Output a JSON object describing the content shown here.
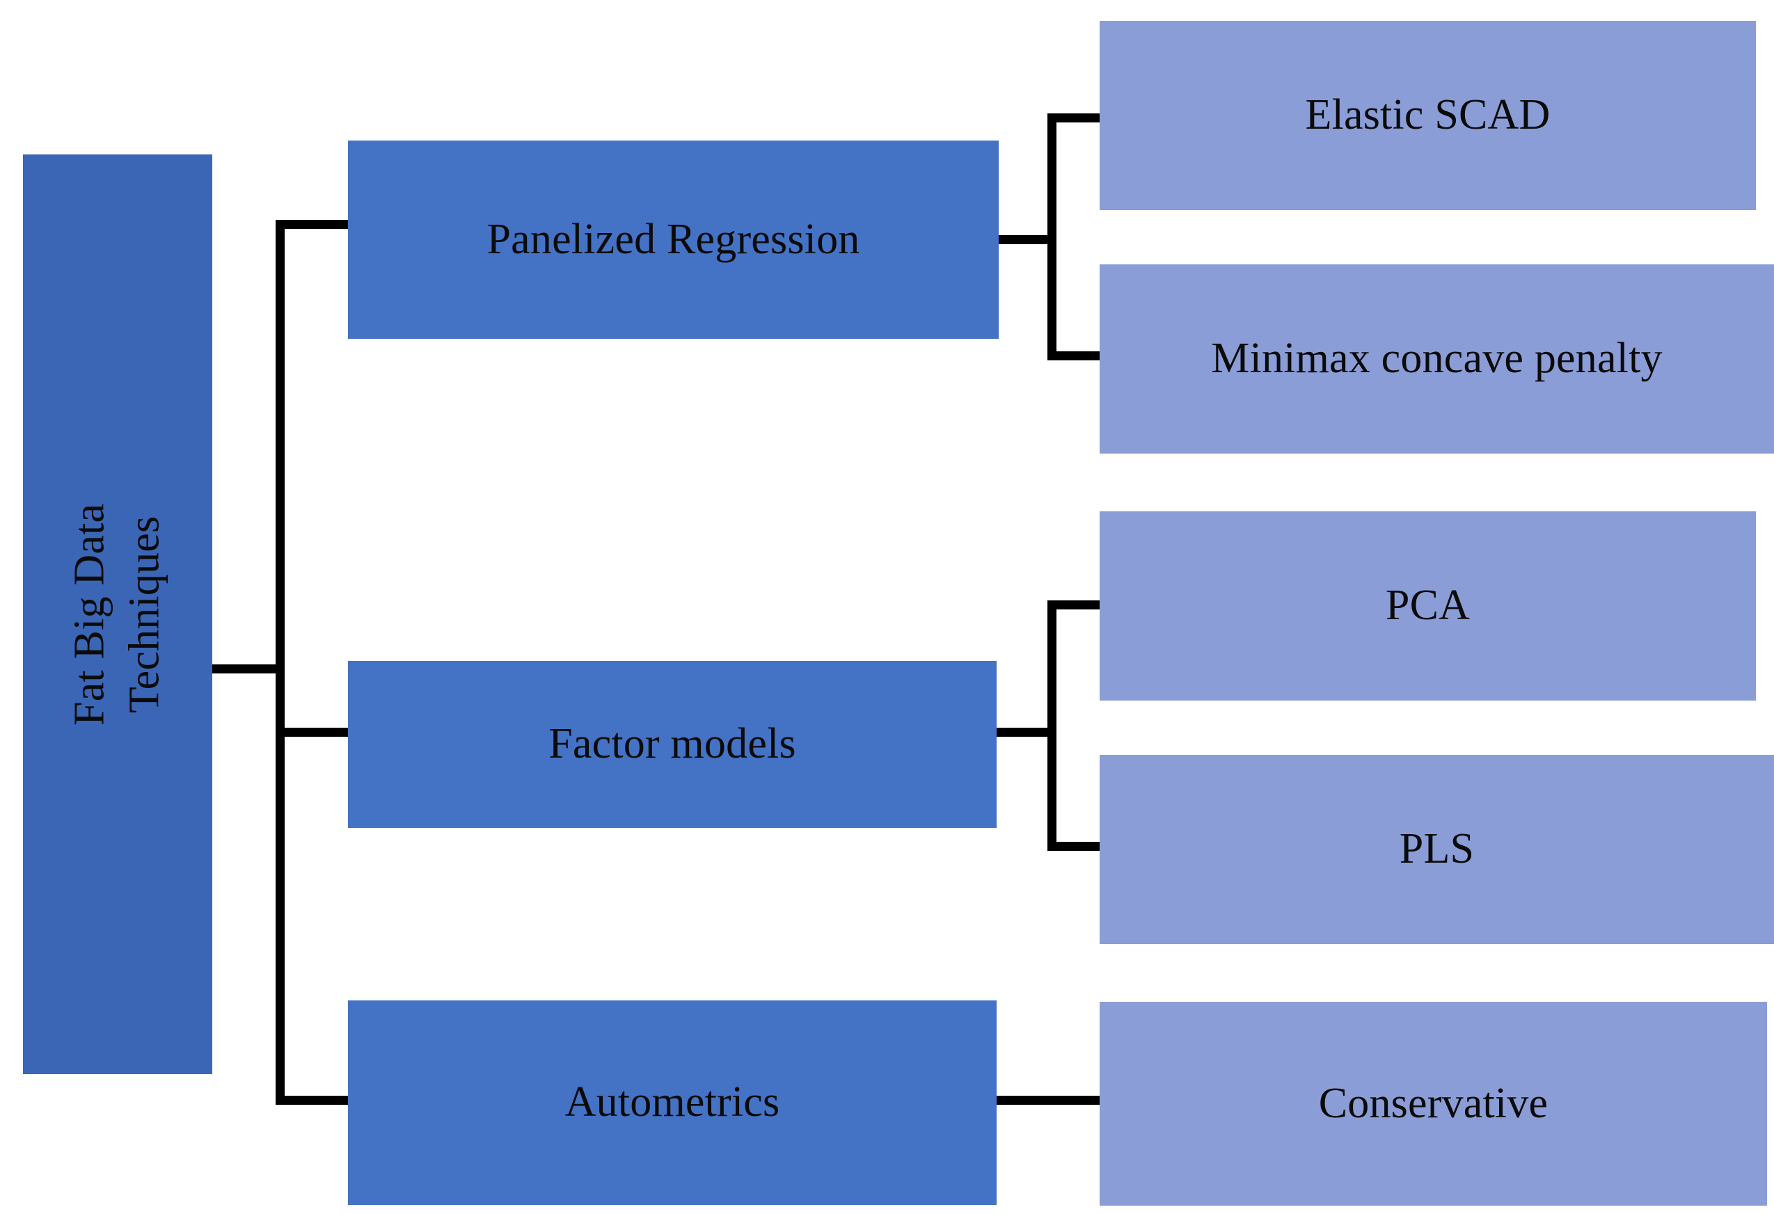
{
  "diagram": {
    "title": "Fat Big Data Techniques hierarchy",
    "colors": {
      "root_fill": "#3B66B5",
      "level1_fill": "#4472C4",
      "level2_fill": "#8B9DD6",
      "connector": "#000000",
      "background": "#FFFFFF",
      "text": "#0B0B0B"
    },
    "root": {
      "label_line1": "Fat Big Data",
      "label_line2": "Techniques"
    },
    "branches": [
      {
        "label": "Panelized Regression",
        "children": [
          {
            "label": "Elastic SCAD"
          },
          {
            "label": "Minimax concave penalty"
          }
        ]
      },
      {
        "label": "Factor models",
        "children": [
          {
            "label": "PCA"
          },
          {
            "label": "PLS"
          }
        ]
      },
      {
        "label": "Autometrics",
        "children": [
          {
            "label": "Conservative"
          }
        ]
      }
    ]
  }
}
